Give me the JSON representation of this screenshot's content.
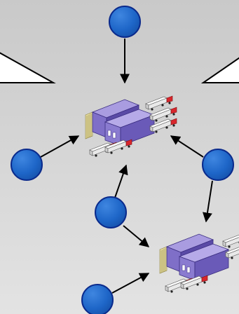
{
  "colors": {
    "background_top": "#c9c9c9",
    "background_bottom": "#e3e3e3",
    "node_fill": "#1e66c8",
    "node_stroke": "#0a2a8c",
    "arrow": "#000000",
    "warehouse_roof": "#a99ce0",
    "warehouse_front": "#7f6fc8",
    "warehouse_side": "#5a4aa6",
    "truck_trailer": "#f4f4f4",
    "truck_cab": "#d8262c",
    "cargo_stripe": "#e8dfa3"
  },
  "icons": {
    "node": "circle-node-icon",
    "hub": "warehouse-icon",
    "pointer": "triangle-pointer-icon"
  },
  "diagram": {
    "nodes": [
      "source-top",
      "source-left",
      "source-right",
      "source-middle",
      "source-bottom"
    ],
    "hubs": [
      "hub-upper",
      "hub-lower"
    ],
    "edges": [
      {
        "from": "source-top",
        "to": "hub-upper"
      },
      {
        "from": "source-left",
        "to": "hub-upper"
      },
      {
        "from": "source-right",
        "to": "hub-upper"
      },
      {
        "from": "source-middle",
        "to": "hub-upper"
      },
      {
        "from": "source-middle",
        "to": "hub-lower"
      },
      {
        "from": "source-right",
        "to": "hub-lower"
      },
      {
        "from": "source-bottom",
        "to": "hub-lower"
      }
    ]
  }
}
